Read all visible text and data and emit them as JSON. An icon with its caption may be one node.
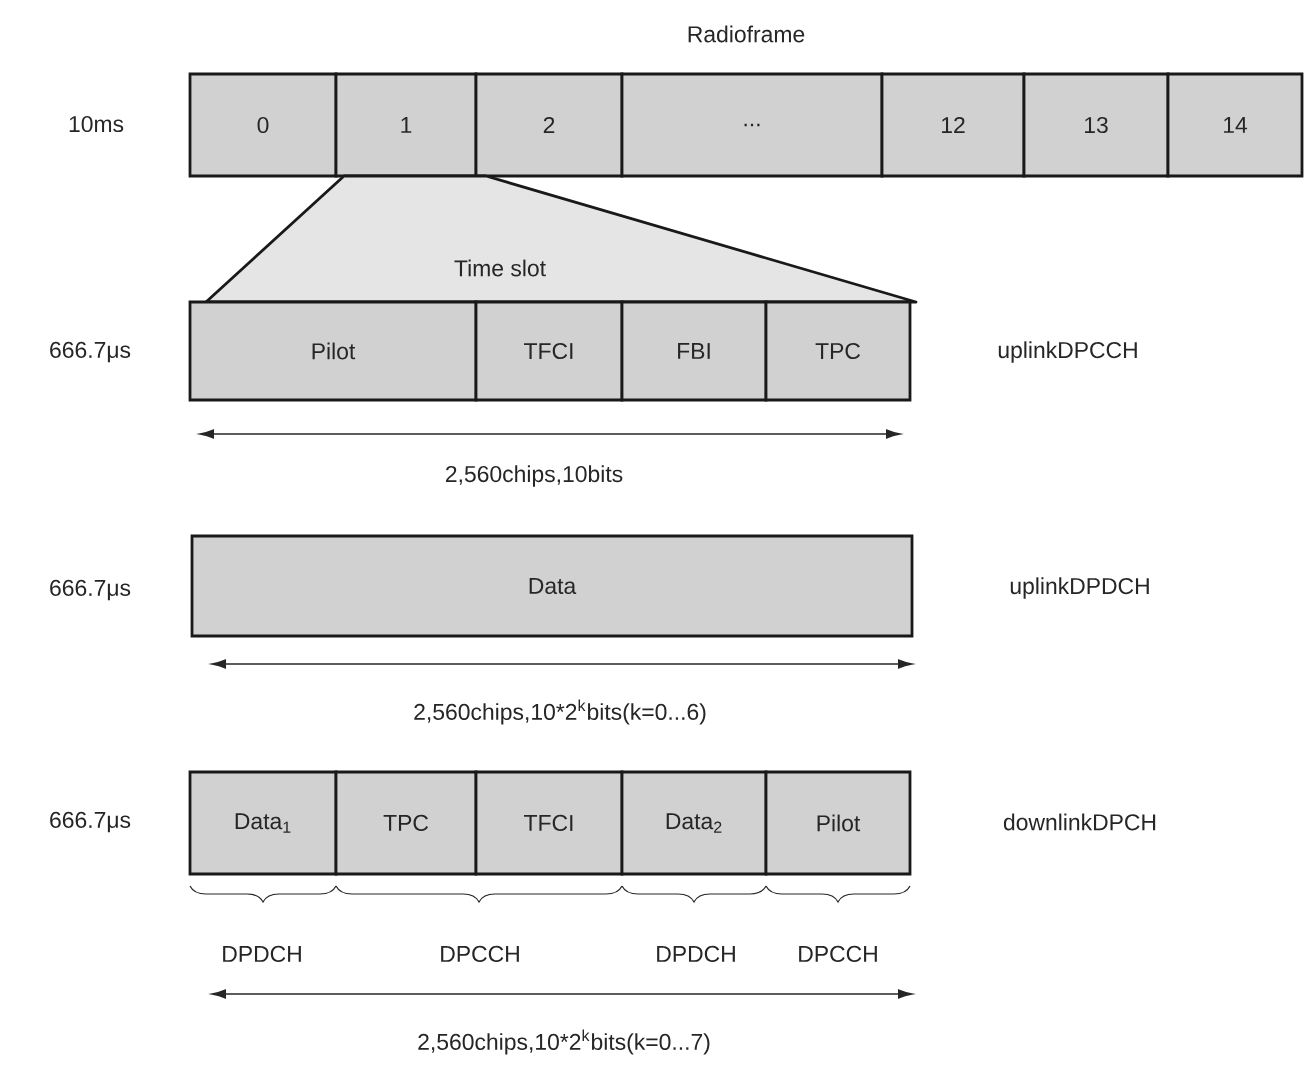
{
  "diagram": {
    "nodes": [
      {
        "text": [
          "0"
        ]
      },
      {
        "text": [
          "1"
        ]
      },
      {
        "text": [
          "2"
        ]
      },
      {
        "text": [
          "..."
        ]
      },
      {
        "text": [
          "12"
        ]
      },
      {
        "text": [
          "13"
        ]
      },
      {
        "text": [
          "14"
        ]
      },
      {
        "text": [
          "Time slot"
        ]
      },
      {
        "text": [
          "Pilot"
        ]
      },
      {
        "text": [
          "TFCI"
        ]
      },
      {
        "text": [
          "FBI"
        ]
      },
      {
        "text": [
          "TPC"
        ]
      },
      {
        "text": [
          "Data"
        ]
      },
      {
        "text": [
          "Data$_{1}$"
        ]
      },
      {
        "text": [
          "TPC"
        ]
      },
      {
        "text": [
          "TFCI"
        ]
      },
      {
        "text": [
          "Data$_{2}$"
        ]
      },
      {
        "text": [
          "Pilot"
        ]
      }
    ],
    "edges": [],
    "labels": [
      "Radioframe",
      "10ms",
      "666.7μs",
      "uplinkDPCCH",
      "2,560chips,10bits",
      "666.7μs",
      "uplinkDPDCH",
      "2,560chips,10*2$^{k}$bits(k=0...6)",
      "666.7μs",
      "downlinkDPCH",
      "DPDCH",
      "DPCCH",
      "DPDCH",
      "DPCCH",
      "2,560chips,10*2$^{k}$bits(k=0...7)"
    ]
  }
}
